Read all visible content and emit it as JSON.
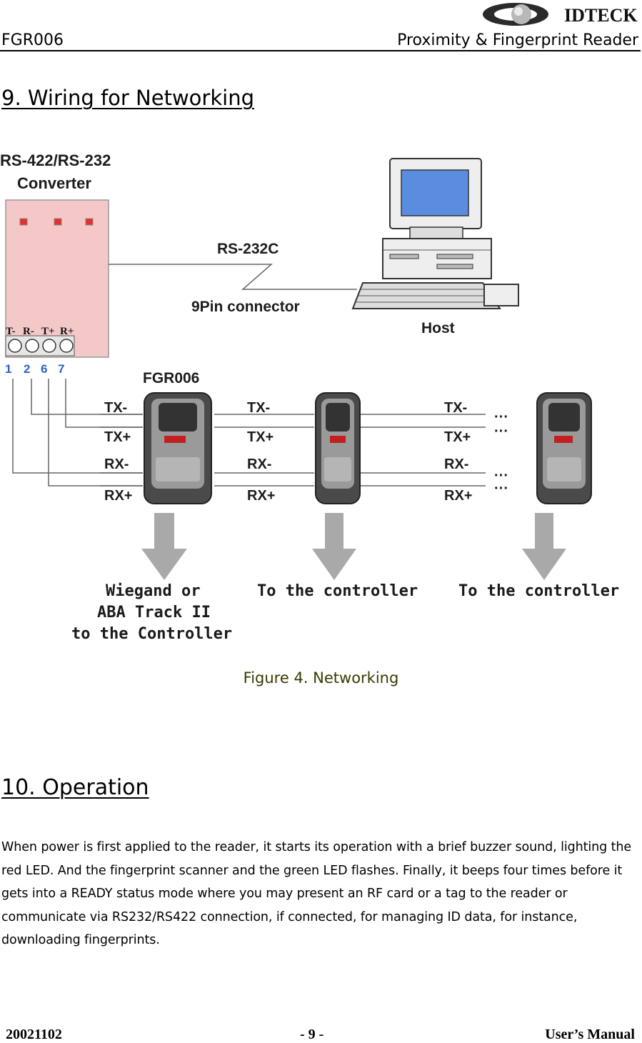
{
  "header": {
    "brand": "IDTECK",
    "doc_code": "FGR006",
    "doc_subject": "Proximity & Fingerprint Reader"
  },
  "sections": {
    "networking_title": "9. Wiring for Networking",
    "operation_title": "10. Operation"
  },
  "diagram": {
    "converter_title_line1": "RS-422/RS-232",
    "converter_title_line2": "Converter",
    "rs232c_label": "RS-232C",
    "connector_label": "9Pin connector",
    "host_label": "Host",
    "device_label": "FGR006",
    "terminal_labels": [
      "T-",
      "R-",
      "T+",
      "R+"
    ],
    "pin_numbers": [
      "1",
      "2",
      "6",
      "7"
    ],
    "signal_labels": [
      "TX-",
      "TX+",
      "RX-",
      "RX+"
    ],
    "ellipsis": "···",
    "output_line1": "Wiegand or",
    "output_line2": "ABA Track II",
    "output_line3": "to the Controller",
    "output_controller": "To the controller",
    "colors": {
      "converter_fill": "#f4c8c8",
      "converter_led": "#e03030",
      "arrow": "#a9a9a9",
      "pin_number": "#2a64c8",
      "monitor_screen": "#5a8de0"
    }
  },
  "figure_caption": "Figure 4. Networking",
  "operation_paragraph": "When power is first applied to the reader, it starts its operation with a brief buzzer sound, lighting the red LED. And the fingerprint scanner and the green LED flashes. Finally, it beeps four times before it gets into a READY status mode where you may present an RF card or a tag to the reader or communicate via RS232/RS422 connection, if connected, for managing ID data, for instance, downloading fingerprints.",
  "footer": {
    "date": "20021102",
    "page": "- 9 -",
    "doc_type": "User’s Manual"
  }
}
